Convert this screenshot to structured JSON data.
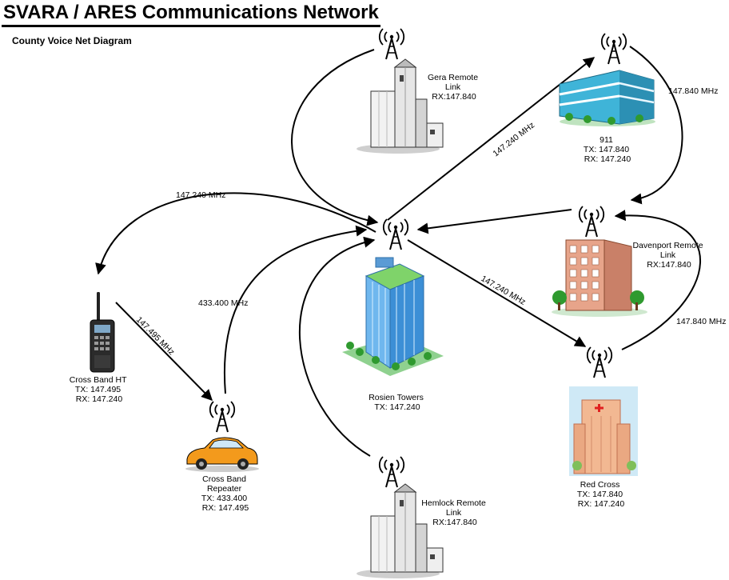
{
  "header": {
    "title": "SVARA / ARES Communications Network",
    "subtitle": "County Voice Net Diagram"
  },
  "nodes": {
    "gera": {
      "lines": [
        "Gera  Remote",
        "Link",
        "RX:147.840"
      ]
    },
    "n911": {
      "lines": [
        "911",
        "TX: 147.840",
        "RX: 147.240"
      ]
    },
    "davenport": {
      "lines": [
        "Davenport Remote",
        "Link",
        "RX:147.840"
      ]
    },
    "rosien": {
      "lines": [
        "Rosien Towers",
        "TX: 147.240"
      ]
    },
    "crossband_ht": {
      "lines": [
        "Cross Band HT",
        "TX: 147.495",
        "RX: 147.240"
      ]
    },
    "crossband_repeater": {
      "lines": [
        "Cross Band",
        "Repeater",
        "TX: 433.400",
        "RX: 147.495"
      ]
    },
    "redcross": {
      "lines": [
        "Red Cross",
        "TX: 147.840",
        "RX: 147.240"
      ]
    },
    "hemlock": {
      "lines": [
        "Hemlock Remote",
        "Link",
        "RX:147.840"
      ]
    }
  },
  "links": {
    "rosien_to_ht": "147.240 MHz",
    "rosien_to_911": "147.240 MHz",
    "n911_to_davenport": "147.840 MHz",
    "ht_to_repeater": "147.495 MHz",
    "repeater_to_rosien": "433.400 MHz",
    "rosien_to_redcross": "147.240 MHz",
    "redcross_to_davenport": "147.840 MHz"
  },
  "colors": {
    "building_blue": "#4fa3e6",
    "building_brick": "#e7a48a",
    "car_orange": "#f39a1c",
    "tree_green": "#2f9a2f",
    "elevator_gray": "#d9d9d9"
  }
}
